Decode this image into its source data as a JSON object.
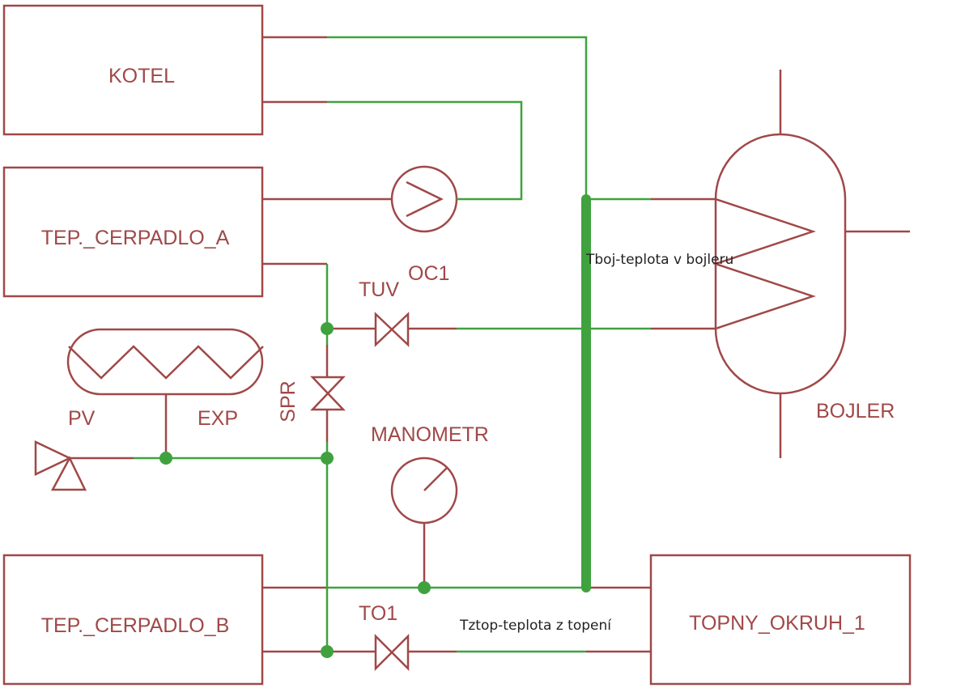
{
  "colors": {
    "symbol": "#a04848",
    "wire": "#3fa23f",
    "annotation": "#222222",
    "background": "#ffffff"
  },
  "components": {
    "kotel": "KOTEL",
    "pump_a": "TEP._CERPADLO_A",
    "pump_b": "TEP._CERPADLO_B",
    "circuit": "TOPNY_OKRUH_1",
    "boiler": "BOJLER",
    "pump_symbol": "OC1",
    "valve_tuv": "TUV",
    "valve_spr": "SPR",
    "valve_to1": "TO1",
    "pressure_vessel": "PV",
    "expansion": "EXP",
    "manometer": "MANOMETR"
  },
  "annotations": {
    "boiler_temp": "Tboj-teplota v bojleru",
    "circuit_temp": "Tztop-teplota z topení"
  }
}
